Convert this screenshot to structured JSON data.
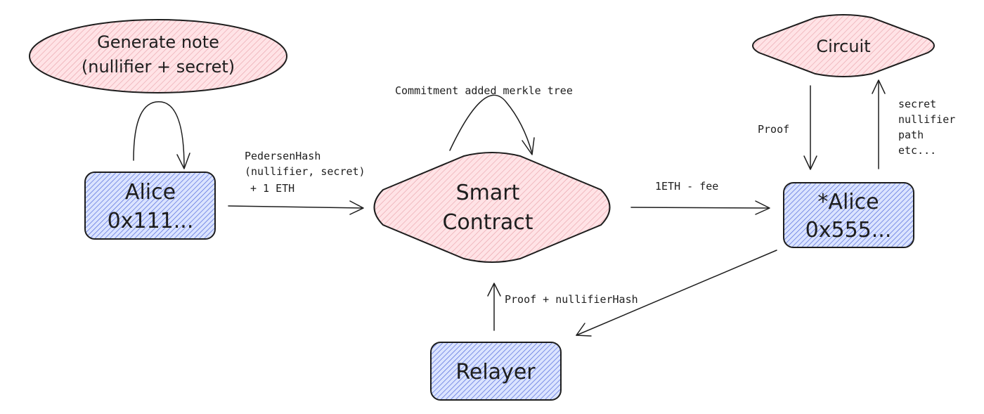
{
  "nodes": {
    "generate_note": {
      "line1": "Generate note",
      "line2": "(nullifier + secret)"
    },
    "alice": {
      "line1": "Alice",
      "line2": "0x111..."
    },
    "smart_contract": {
      "line1": "Smart",
      "line2": "Contract"
    },
    "new_alice": {
      "line1": "*Alice",
      "line2": "0x555..."
    },
    "circuit": {
      "label": "Circuit"
    },
    "relayer": {
      "label": "Relayer"
    }
  },
  "edges": {
    "alice_to_contract": {
      "line1": "PedersenHash",
      "line2": "(nullifier, secret)",
      "line3": "+ 1 ETH"
    },
    "contract_self": {
      "label": "Commitment added merkle tree"
    },
    "contract_to_new_alice": {
      "label": "1ETH - fee"
    },
    "circuit_to_new_alice": {
      "label": "Proof"
    },
    "new_alice_to_circuit": {
      "line1": "secret",
      "line2": "nullifier",
      "line3": "path",
      "line4": "etc..."
    },
    "relayer_to_contract": {
      "label": "Proof + nullifierHash"
    }
  },
  "colors": {
    "pink_fill": "#ffe3e6",
    "pink_hatch": "#e8a0a8",
    "blue_fill": "#dbe4ff",
    "blue_hatch": "#4a63d8",
    "stroke": "#1e1e1e"
  }
}
